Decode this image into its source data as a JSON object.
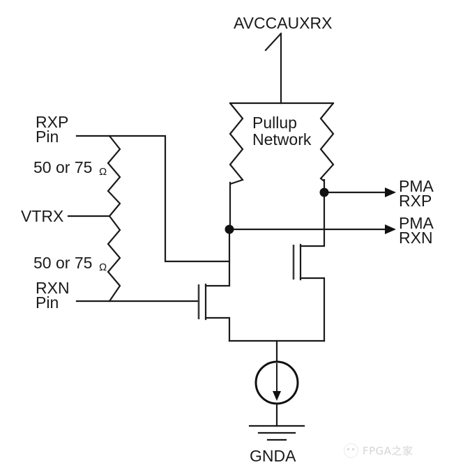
{
  "diagram": {
    "title": "RXP/RXN receiver termination and pullup network schematic",
    "labels": {
      "supply": "AVCCAUXRX",
      "pullup_line1": "Pullup",
      "pullup_line2": "Network",
      "rxp_pin_line1": "RXP",
      "rxp_pin_line2": "Pin",
      "rxn_pin_line1": "RXN",
      "rxn_pin_line2": "Pin",
      "res_top_value": "50 or 75",
      "res_top_unit": "Ω",
      "res_bottom_value": "50 or 75",
      "res_bottom_unit": "Ω",
      "vtrx": "VTRX",
      "pma_rxp_line1": "PMA",
      "pma_rxp_line2": "RXP",
      "pma_rxn_line1": "PMA",
      "pma_rxn_line2": "RXN",
      "ground": "GNDA"
    },
    "components": {
      "pullup_left_resistor": "resistor-zigzag",
      "pullup_right_resistor": "resistor-zigzag",
      "term_top_resistor": "resistor-zigzag",
      "term_bottom_resistor": "resistor-zigzag",
      "nmos_left": "nmos-transistor",
      "nmos_right": "nmos-transistor",
      "tail_current_source": "current-source",
      "ground_symbol": "ground"
    },
    "colors": {
      "line": "#1a1a1a",
      "text": "#1a1a1a",
      "background": "#ffffff",
      "watermark": "#9a9a9a"
    }
  },
  "watermark": {
    "text": "FPGA之家",
    "logo": "fpga-home-logo"
  }
}
